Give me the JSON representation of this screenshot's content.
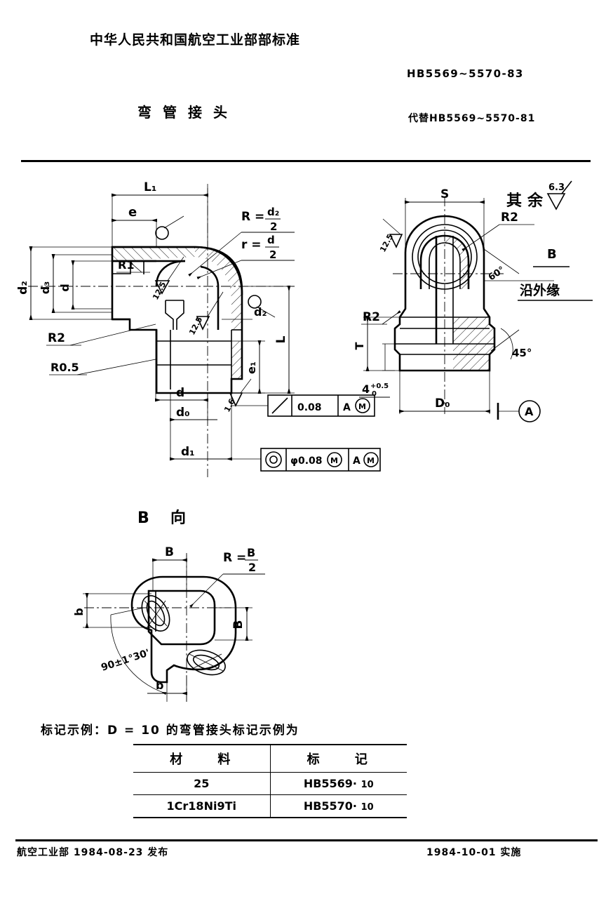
{
  "header": {
    "ministry_title": "中华人民共和国航空工业部部标准",
    "standard_no": "HB5569~5570-83",
    "subject": "弯管接头",
    "replaces": "代替HB5569~5570-81"
  },
  "footer": {
    "issuer_line": "航空工业部 1984-08-23  发布",
    "effective_line": "1984-10-01   实施"
  },
  "drawing": {
    "general_finish_label": "其余",
    "general_finish_value": "6.3",
    "main_view": {
      "dim_L1": "L₁",
      "dim_e": "e",
      "dim_d2_vert": "d₂",
      "dim_d3_vert": "d₃",
      "dim_d_vert": "d",
      "dim_R1": "R1",
      "dim_R2": "R2",
      "dim_R05": "R0.5",
      "note_R_eq": "R =",
      "note_R_num": "d₂",
      "note_R_den": "2",
      "note_r_eq": "r =",
      "note_r_num": "d",
      "note_r_den": "2",
      "finish_125_a": "12.5",
      "finish_125_b": "12.5",
      "finish_16": "1.6",
      "dim_d2_lead": "d₂",
      "dim_L_right": "L",
      "dim_e1": "e₁",
      "dim_d_bot": "d",
      "dim_d0_bot": "d₀",
      "dim_d1_bot": "d₁"
    },
    "tolerance_frames": [
      {
        "symbol": "angularity-slash",
        "value": "0.08",
        "datum": "A",
        "datum_mod": "Ⓜ"
      },
      {
        "symbol": "concentricity",
        "value": "φ0.08",
        "value_mod": "Ⓜ",
        "datum": "A",
        "datum_mod": "Ⓜ"
      }
    ],
    "right_view": {
      "dim_S": "S",
      "dim_R2_top": "R2",
      "dim_R2_left": "R2",
      "label_B": "B",
      "angle_60": "60°",
      "note_along_edge": "沿外缘",
      "angle_45": "45°",
      "dim_T": "T",
      "dim_4_tol": "4",
      "dim_4_upper": "+0.5",
      "dim_4_lower": "0",
      "dim_D0": "D₀",
      "datum_A": "A",
      "finish_125": "12.5"
    },
    "b_view": {
      "title_B": "B",
      "title_dir": "向",
      "dim_B_top": "B",
      "dim_B_right": "B",
      "dim_b_left": "b",
      "dim_b_bot": "b",
      "note_R_eq": "R =",
      "note_R_num": "B",
      "note_R_den": "2",
      "angle_tol": "90±1°30'"
    }
  },
  "marking": {
    "example_line": "标记示例：D =  10 的弯管接头标记示例为",
    "columns": [
      "材        料",
      "标        记"
    ],
    "rows": [
      {
        "material": "25",
        "mark_base": "HB5569·",
        "mark_size": "10"
      },
      {
        "material": "1Cr18Ni9Ti",
        "mark_base": "HB5570·",
        "mark_size": "10"
      }
    ]
  }
}
